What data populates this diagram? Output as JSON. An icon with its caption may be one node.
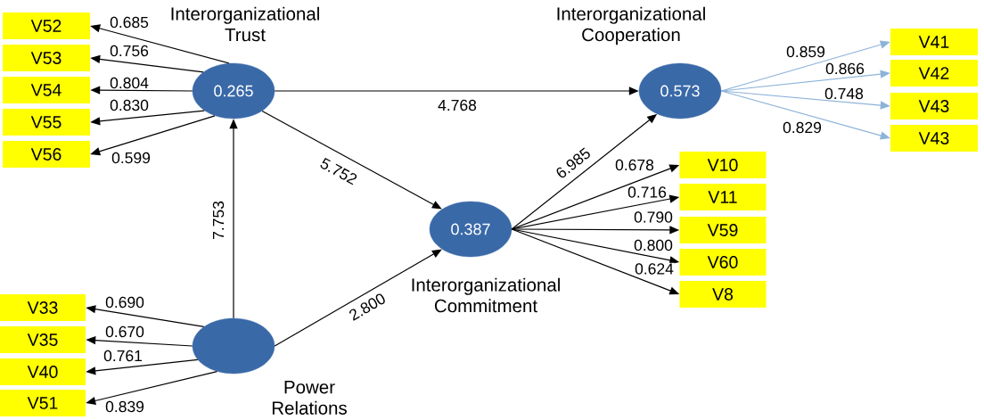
{
  "diagram": {
    "nodes": [
      {
        "text": [
          "Interorganizational Trust",
          "0.265"
        ]
      },
      {
        "text": [
          "V52"
        ]
      },
      {
        "text": [
          "V53"
        ]
      },
      {
        "text": [
          "V54"
        ]
      },
      {
        "text": [
          "V55"
        ]
      },
      {
        "text": [
          "V56"
        ]
      },
      {
        "text": [
          "Interorganizational Cooperation",
          "0.573"
        ]
      },
      {
        "text": [
          "V41"
        ]
      },
      {
        "text": [
          "V42"
        ]
      },
      {
        "text": [
          "V43"
        ]
      },
      {
        "text": [
          "V43"
        ]
      },
      {
        "text": [
          "0.387",
          "Interorganizational Commitment"
        ]
      },
      {
        "text": [
          "V10"
        ]
      },
      {
        "text": [
          "V11"
        ]
      },
      {
        "text": [
          "V59"
        ]
      },
      {
        "text": [
          "V60"
        ]
      },
      {
        "text": [
          "V8"
        ]
      },
      {
        "text": [
          "Power Relations"
        ]
      },
      {
        "text": [
          "V33"
        ]
      },
      {
        "text": [
          "V35"
        ]
      },
      {
        "text": [
          "V40"
        ]
      },
      {
        "text": [
          "V51"
        ]
      }
    ],
    "edges": [
      {
        "from": 0,
        "to": 1,
        "arrow": "to",
        "label": "0.685"
      },
      {
        "from": 0,
        "to": 2,
        "arrow": "to",
        "label": "0.756"
      },
      {
        "from": 0,
        "to": 3,
        "arrow": "to",
        "label": "0.804"
      },
      {
        "from": 0,
        "to": 4,
        "arrow": "to",
        "label": "0.830"
      },
      {
        "from": 0,
        "to": 5,
        "arrow": "to",
        "label": "0.599"
      },
      {
        "from": 0,
        "to": 6,
        "arrow": "to",
        "label": "4.768"
      },
      {
        "from": 0,
        "to": 11,
        "arrow": "to",
        "label": "5.752"
      },
      {
        "from": 11,
        "to": 6,
        "arrow": "to",
        "label": "6.985"
      },
      {
        "from": 6,
        "to": 7,
        "arrow": "to",
        "label": "0.859",
        "color": "#8db3d9"
      },
      {
        "from": 6,
        "to": 8,
        "arrow": "to",
        "label": "0.866",
        "color": "#8db3d9"
      },
      {
        "from": 6,
        "to": 9,
        "arrow": "to",
        "label": "0.748",
        "color": "#8db3d9"
      },
      {
        "from": 6,
        "to": 10,
        "arrow": "to",
        "label": "0.829",
        "color": "#8db3d9"
      },
      {
        "from": 11,
        "to": 12,
        "arrow": "to",
        "label": "0.678"
      },
      {
        "from": 11,
        "to": 13,
        "arrow": "to",
        "label": "0.716"
      },
      {
        "from": 11,
        "to": 14,
        "arrow": "to",
        "label": "0.790"
      },
      {
        "from": 11,
        "to": 15,
        "arrow": "to",
        "label": "0.800"
      },
      {
        "from": 11,
        "to": 16,
        "arrow": "to",
        "label": "0.624"
      },
      {
        "from": 17,
        "to": 0,
        "arrow": "to",
        "label": "7.753"
      },
      {
        "from": 17,
        "to": 11,
        "arrow": "to",
        "label": "2.800"
      },
      {
        "from": 17,
        "to": 18,
        "arrow": "to",
        "label": "0.690"
      },
      {
        "from": 17,
        "to": 19,
        "arrow": "to",
        "label": "0.670"
      },
      {
        "from": 17,
        "to": 20,
        "arrow": "to",
        "label": "0.761"
      },
      {
        "from": 17,
        "to": 21,
        "arrow": "to",
        "label": "0.839"
      }
    ]
  }
}
